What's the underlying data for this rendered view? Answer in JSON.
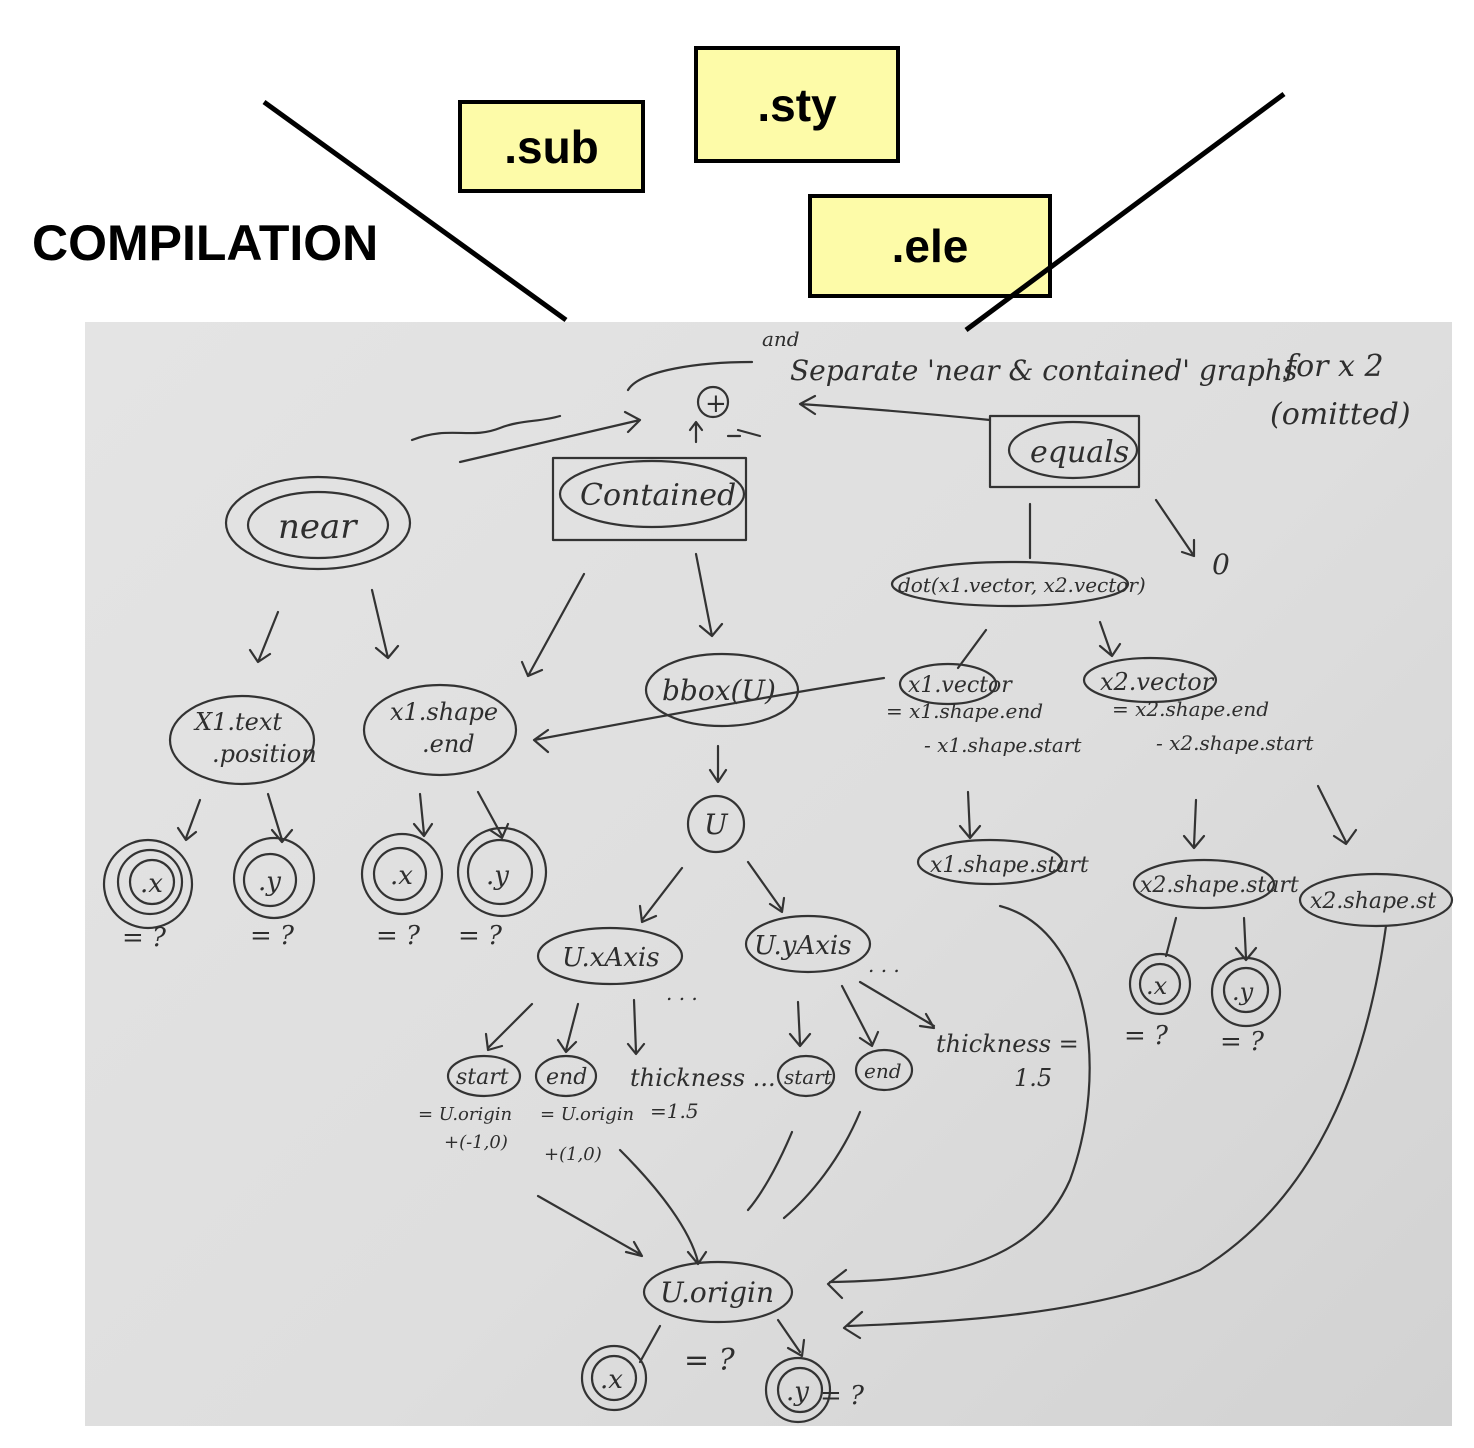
{
  "title": "COMPLETION_PLACEHOLDER",
  "file_tags": {
    "sub": ".sub",
    "sty": ".sty",
    "ele": ".ele"
  },
  "notes": {
    "and": "and",
    "separate": "Separate 'near & contained' graphs",
    "for_x2": "for x 2",
    "omitted": "(omitted)",
    "plus": "+",
    "zero": "0"
  },
  "nodes": {
    "contained": "Contained",
    "equals": "equals",
    "near": "near",
    "dot": "dot(x1.vector, x2.vector)",
    "x1_text_pos_1": "X1.text",
    "x1_text_pos_2": ".position",
    "x1_shape_end_1": "x1.shape",
    "x1_shape_end_2": ".end",
    "bbox": "bbox(U)",
    "U": "U",
    "x1_vector": "x1.vector",
    "x1_vector_def_1": "= x1.shape.end",
    "x1_vector_def_2": "- x1.shape.start",
    "x2_vector": "x2.vector",
    "x2_vector_def_1": "= x2.shape.end",
    "x2_vector_def_2": "- x2.shape.start",
    "x1_shape_start": "x1.shape.start",
    "x2_shape_start": "x2.shape.start",
    "x2_shape_st": "x2.shape.st",
    "u_xaxis": "U.xAxis",
    "u_yaxis": "U.yAxis",
    "start": "start",
    "end": "end",
    "start_def_1": "= U.origin",
    "start_def_2": "+(-1,0)",
    "end_def_1": "= U.origin",
    "end_def_2": "+(1,0)",
    "thickness_1": "thickness ...",
    "thickness_1_val": "=1.5",
    "thickness_2": "thickness =",
    "thickness_2_val": "1.5",
    "u_origin": "U.origin",
    "x": ".x",
    "y": ".y",
    "eq_q": "= ?",
    "dots": ". . ."
  }
}
